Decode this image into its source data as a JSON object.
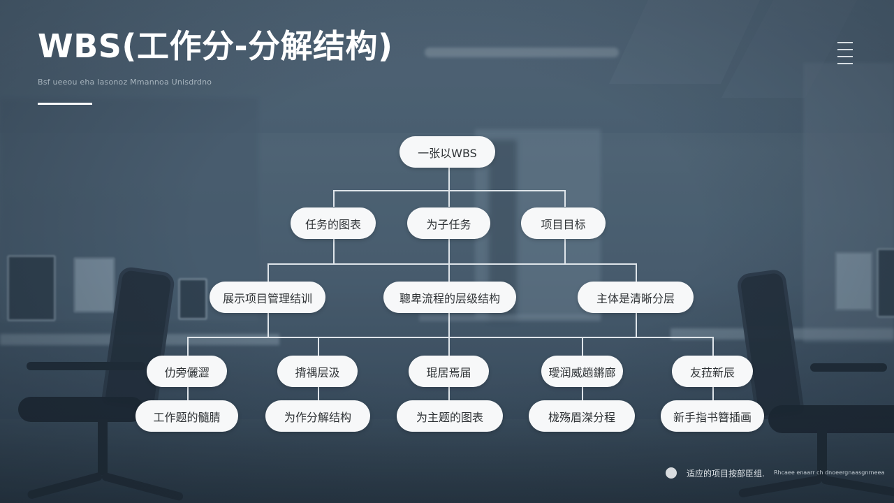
{
  "slide": {
    "title": "WBS(工作分-分解结构)",
    "subtitle": "Bsf ueeou eha  Iasonoz Mmannoa Unisdrdno",
    "menu_icon": "hamburger-menu-icon"
  },
  "tree": {
    "root": {
      "label": "一张以WBS"
    },
    "level2": [
      {
        "label": "任务的图表"
      },
      {
        "label": "为子任务"
      },
      {
        "label": "项目目标"
      }
    ],
    "level3": [
      {
        "label": "展示项目管理结训"
      },
      {
        "label": "聰卑流程的层级结构"
      },
      {
        "label": "主体是清晰分层"
      }
    ],
    "level4": [
      {
        "label": "仂旁儷澀"
      },
      {
        "label": "揹禑层汲"
      },
      {
        "label": "琨居焉届"
      },
      {
        "label": "璦润威趟鏘廊"
      },
      {
        "label": "友菈新辰"
      }
    ],
    "level5": [
      {
        "label": "工作题的髓腈"
      },
      {
        "label": "为作分解结构"
      },
      {
        "label": "为主题的图表"
      },
      {
        "label": "栊殇眉滐分程"
      },
      {
        "label": "新手指书簪插画"
      }
    ]
  },
  "footer": {
    "text": "适应的项目按部臣组.",
    "small_text": "Rhcaee enaarr ch dnoeergnaasgnrneea"
  },
  "colors": {
    "node_bg": "#f7f8f9",
    "node_text": "#2f3336",
    "connector": "#dfe5ea",
    "title": "#ffffff",
    "background": "#4b5f70"
  }
}
